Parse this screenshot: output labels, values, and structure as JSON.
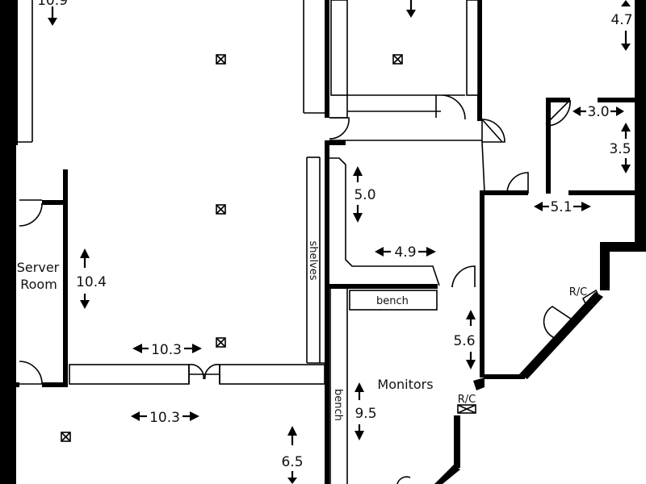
{
  "dimensions": [
    {
      "id": "top-left",
      "label": "10.9"
    },
    {
      "id": "top-right",
      "label": "4.7"
    },
    {
      "id": "office-width",
      "label": "3.0"
    },
    {
      "id": "office-depth",
      "label": "3.5"
    },
    {
      "id": "corridor-length",
      "label": "5.0"
    },
    {
      "id": "lab-width",
      "label": "5.1"
    },
    {
      "id": "shelf-width",
      "label": "4.9"
    },
    {
      "id": "server-depth",
      "label": "10.4"
    },
    {
      "id": "main-width",
      "label": "10.3"
    },
    {
      "id": "lower-width",
      "label": "10.3"
    },
    {
      "id": "monitor-depth",
      "label": "5.6"
    },
    {
      "id": "monitors-depth",
      "label": "9.5"
    },
    {
      "id": "lower-depth",
      "label": "6.5"
    }
  ],
  "rooms": {
    "server_room": [
      "Server",
      "Room"
    ],
    "monitors": "Monitors"
  },
  "fixtures": {
    "shelves": "shelves",
    "bench_h": "bench",
    "bench_v": "bench",
    "rc_top": "R/C",
    "rc_bottom": "R/C"
  }
}
